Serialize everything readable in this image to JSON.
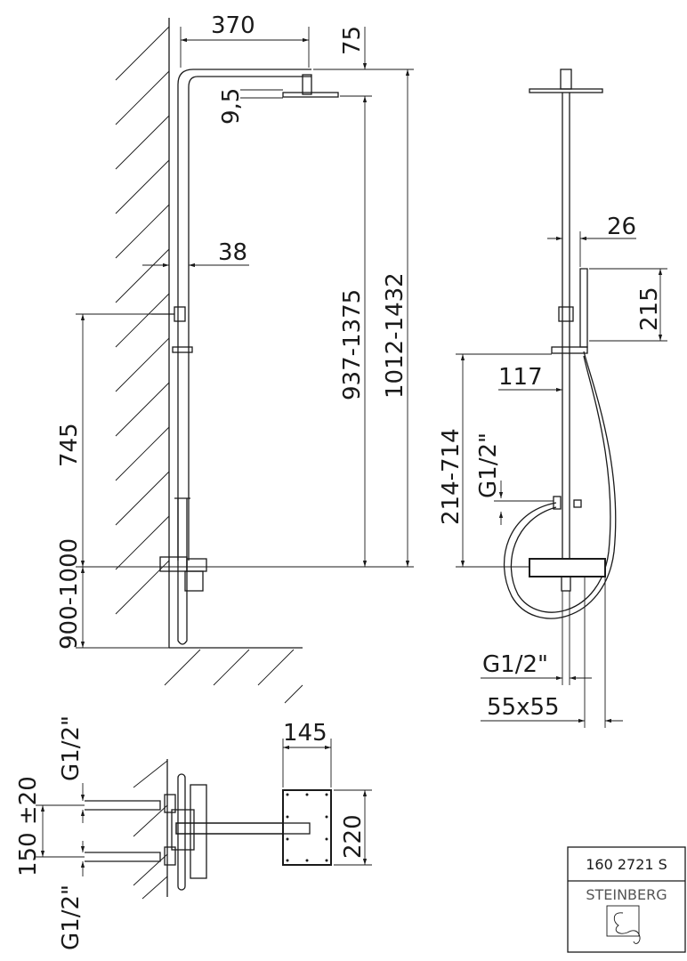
{
  "dimensions": {
    "arm_length": "370",
    "head_offset": "75",
    "head_thickness": "9,5",
    "wall_distance": "38",
    "height_to_head": "937-1375",
    "height_total": "1012-1432",
    "rail_bracket_height": "745",
    "mixer_height": "900-1000",
    "rail_width": "26",
    "hand_shower_length": "215",
    "holder_distance": "117",
    "holder_range": "214-714",
    "hose_thread": "G1/2\"",
    "outlet_thread": "G1/2\"",
    "rail_profile": "55x55",
    "plate_width": "145",
    "plate_height": "220",
    "inlet_top": "G1/2\"",
    "inlet_spacing": "150 ±20",
    "inlet_bottom": "G1/2\""
  },
  "title_block": {
    "article_number": "160 2721 S",
    "brand": "STEINBERG"
  }
}
